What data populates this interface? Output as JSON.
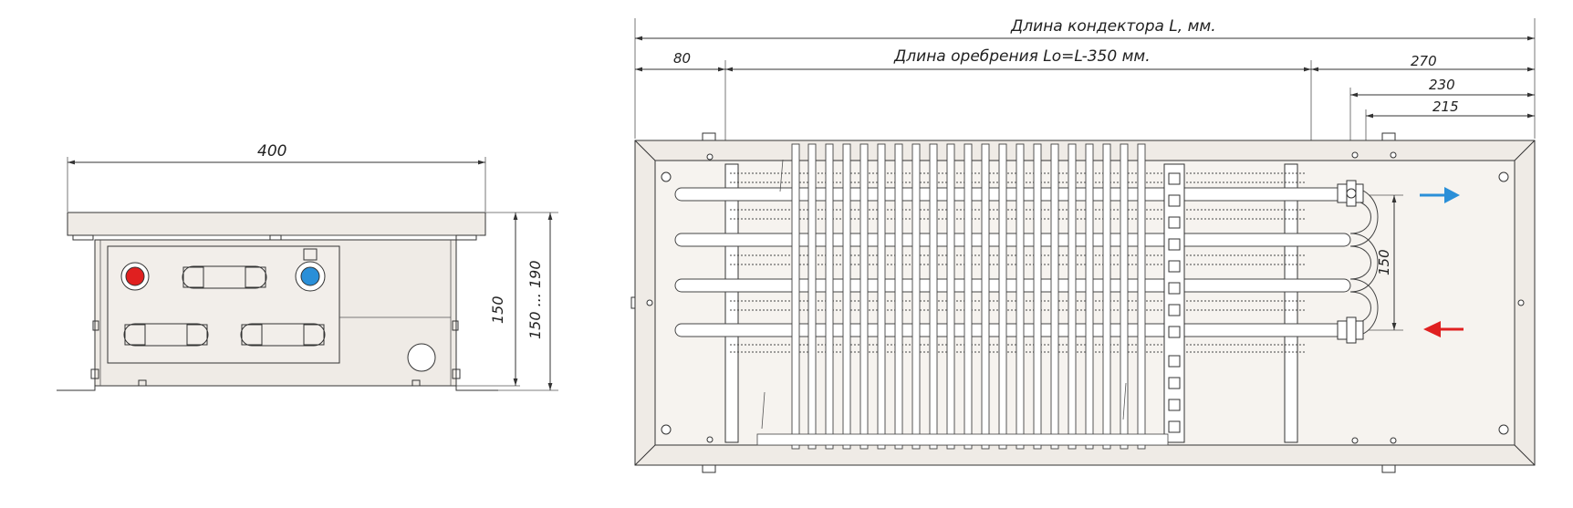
{
  "drawing": {
    "side_view": {
      "width_label": "400",
      "height_label": "150",
      "height_range_label": "150 ... 190"
    },
    "top_view": {
      "length_label": "Длина кондектора L, мм.",
      "fin_length_label": "Длина оребрения Lo=L-350 мм.",
      "dim_80": "80",
      "dim_270": "270",
      "dim_230": "230",
      "dim_215": "215",
      "dim_150": "150"
    },
    "colors": {
      "hot": "#e02020",
      "cold": "#2a8fd8",
      "body": "#efebe6"
    },
    "icons": {
      "supply_arrow": "arrow-right-icon",
      "return_arrow": "arrow-left-icon"
    }
  }
}
